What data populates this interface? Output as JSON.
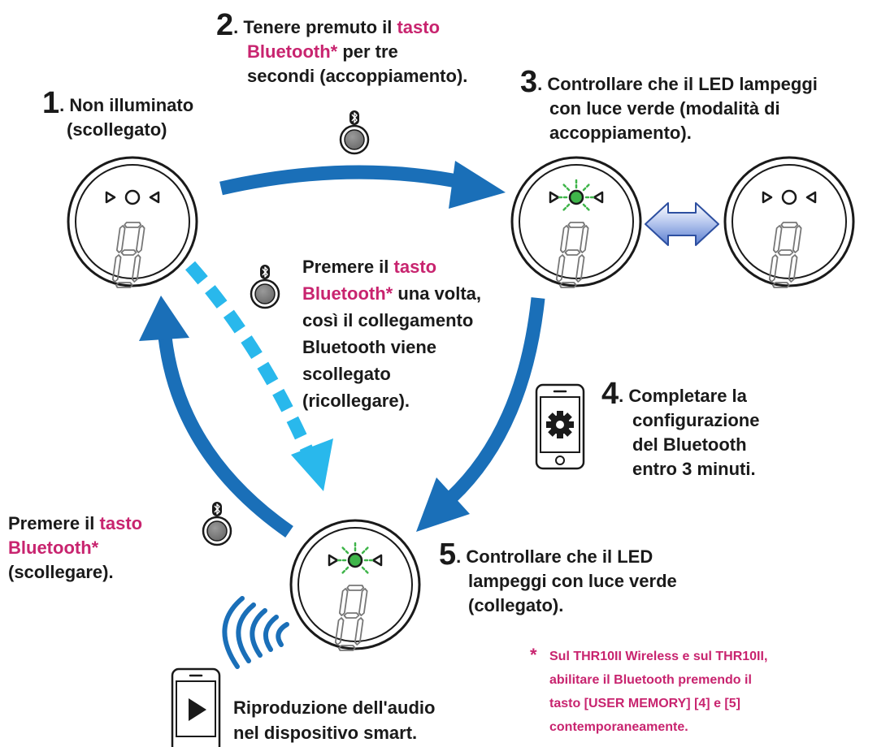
{
  "steps": {
    "s1": {
      "number": "1",
      "dot": ".",
      "line1": "Non illuminato",
      "line2": "(scollegato)"
    },
    "s2": {
      "number": "2",
      "dot": ".",
      "line1_a": "Tenere premuto il ",
      "line1_b": "tasto",
      "line2_a": "Bluetooth*",
      "line2_b": " per tre",
      "line3": "secondi (accoppiamento)."
    },
    "s3": {
      "number": "3",
      "dot": ".",
      "line1": "Controllare che il LED lampeggi",
      "line2": "con luce verde (modalità di",
      "line3": "accoppiamento)."
    },
    "s4": {
      "number": "4",
      "dot": ".",
      "line1": "Completare la",
      "line2": "configurazione",
      "line3": "del Bluetooth",
      "line4": "entro 3 minuti."
    },
    "s5": {
      "number": "5",
      "dot": ".",
      "line1": "Controllare che il LED",
      "line2": "lampeggi con luce verde",
      "line3": "(collegato)."
    }
  },
  "disconnect_once": {
    "line1_a": "Premere il ",
    "line1_b": "tasto",
    "line2_a": "Bluetooth*",
    "line2_b": " una volta,",
    "line3": "così il collegamento",
    "line4": "Bluetooth viene",
    "line5": "scollegato",
    "line6": "(ricollegare)."
  },
  "disconnect": {
    "line1_a": "Premere il ",
    "line1_b": "tasto",
    "line2": "Bluetooth*",
    "line3": "(scollegare)."
  },
  "playback": {
    "line1": "Riproduzione dell'audio",
    "line2": "nel dispositivo smart."
  },
  "footnote": {
    "marker": "*",
    "line1": "Sul THR10II Wireless e sul THR10II,",
    "line2": "abilitare il Bluetooth premendo il",
    "line3": "tasto [USER MEMORY] [4] e [5]",
    "line4": "contemporaneamente."
  },
  "colors": {
    "arrow_blue": "#1a6fb8",
    "arrow_light_blue": "#29b8ec",
    "led_green": "#3fb54a",
    "accent_pink": "#c8246f",
    "double_arrow": "#6f8fd6"
  }
}
